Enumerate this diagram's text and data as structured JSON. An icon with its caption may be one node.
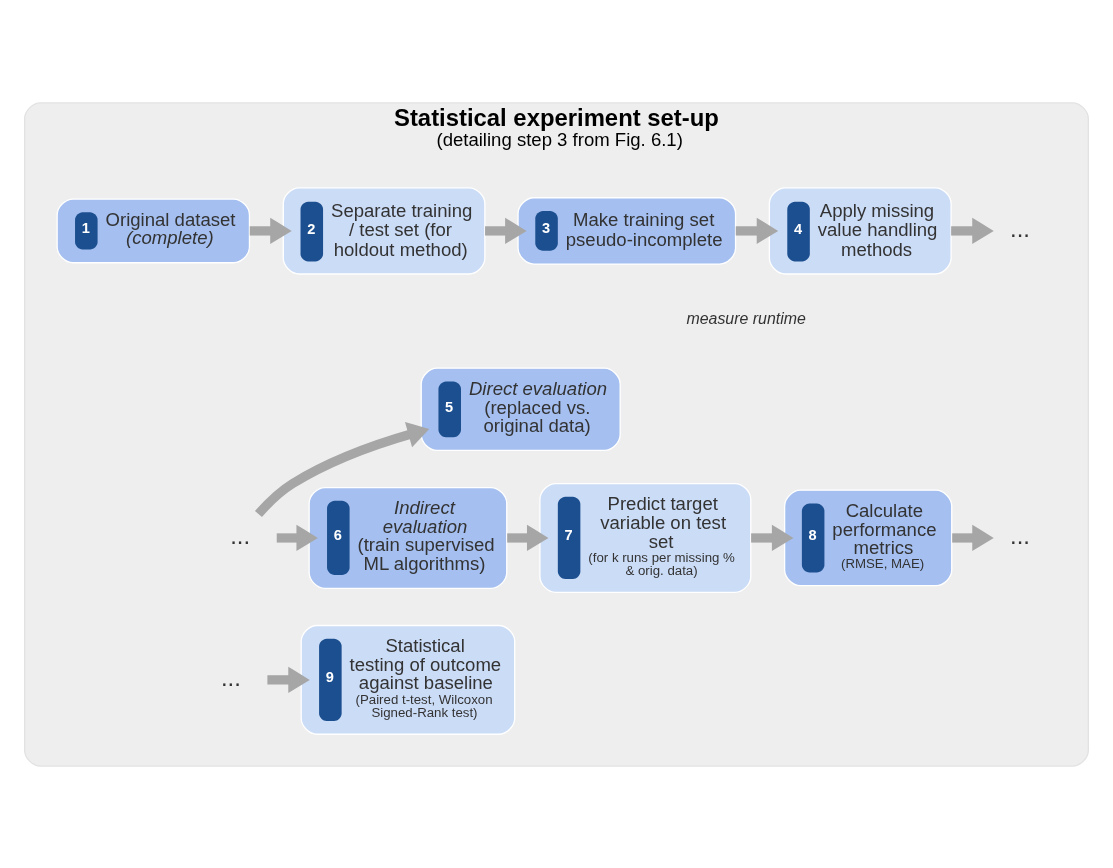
{
  "diagram": {
    "nodes": [
      {
        "text": [
          "Statistical experiment set-up",
          "(detailing step 3 from Fig. 6.1)"
        ]
      },
      {
        "text": [
          "1",
          "Original dataset",
          "(complete)"
        ],
        "in": 0
      },
      {
        "text": [
          "2",
          "Separate training / test set (for holdout method)"
        ],
        "in": 0
      },
      {
        "text": [
          "3",
          "Make training set pseudo-incomplete"
        ],
        "in": 0
      },
      {
        "text": [
          "4",
          "Apply missing value handling methods"
        ],
        "in": 0,
        "beside": [
          "measure runtime"
        ]
      },
      {
        "text": [
          "..."
        ],
        "in": 0
      },
      {
        "text": [
          "..."
        ],
        "in": 0
      },
      {
        "text": [
          "5",
          "Direct evaluation",
          "(replaced vs. original data)"
        ],
        "in": 0
      },
      {
        "text": [
          "6",
          "Indirect evaluation",
          "(train supervised ML algorithms)"
        ],
        "in": 0
      },
      {
        "text": [
          "7",
          "Predict target variable on test set",
          "(for k runs per missing % & orig. data)"
        ],
        "in": 0
      },
      {
        "text": [
          "8",
          "Calculate performance metrics",
          "(RMSE, MAE)"
        ],
        "in": 0
      },
      {
        "text": [
          "..."
        ],
        "in": 0
      },
      {
        "text": [
          "..."
        ],
        "in": 0
      },
      {
        "text": [
          "9",
          "Statistical testing of outcome against baseline",
          "(Paired t-test, Wilcoxon Signed-Rank test)"
        ],
        "in": 0
      }
    ],
    "edges": [
      {
        "from": 1,
        "to": 2,
        "arrow": "to"
      },
      {
        "from": 2,
        "to": 3,
        "arrow": "to"
      },
      {
        "from": 3,
        "to": 4,
        "arrow": "to"
      },
      {
        "from": 4,
        "to": 5,
        "arrow": "to"
      },
      {
        "from": 6,
        "to": 7,
        "arrow": "to"
      },
      {
        "from": 6,
        "to": 8,
        "arrow": "to"
      },
      {
        "from": 8,
        "to": 9,
        "arrow": "to"
      },
      {
        "from": 9,
        "to": 10,
        "arrow": "to"
      },
      {
        "from": 10,
        "to": 11,
        "arrow": "to"
      },
      {
        "from": 12,
        "to": 13,
        "arrow": "to"
      }
    ]
  }
}
